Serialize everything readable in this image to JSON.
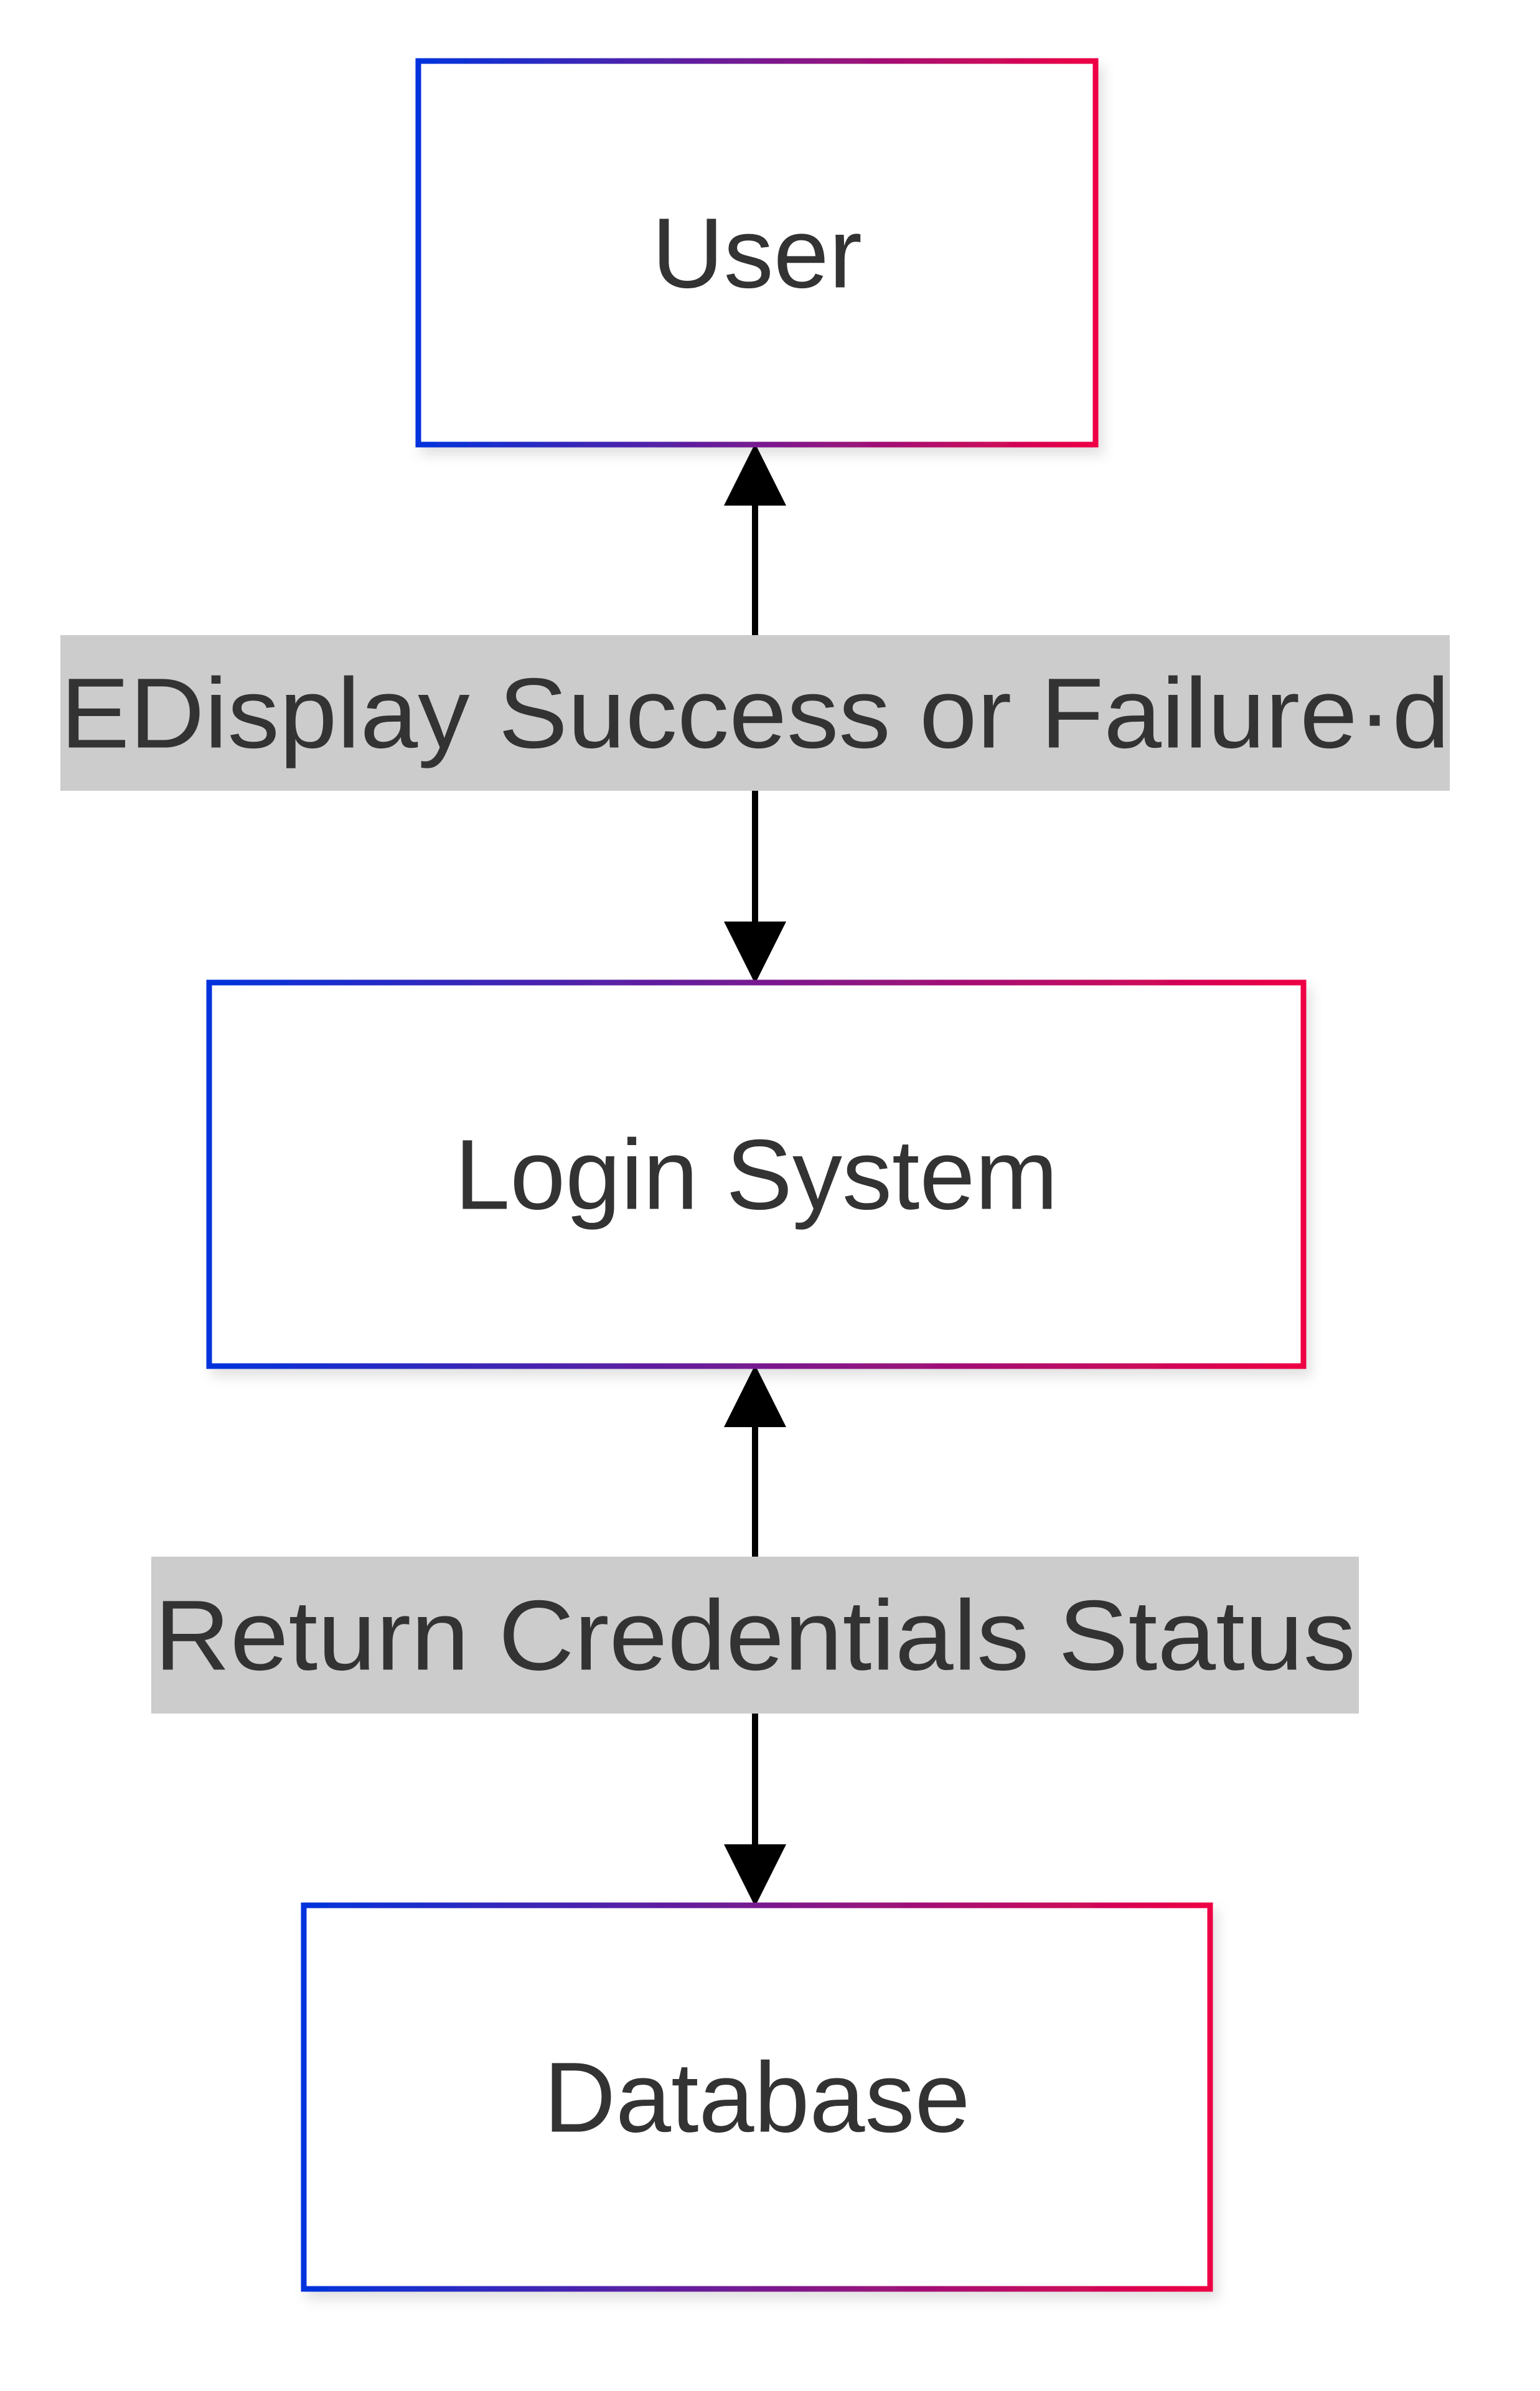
{
  "diagram": {
    "nodes": {
      "user": {
        "label": "User"
      },
      "login_system": {
        "label": "Login System"
      },
      "database": {
        "label": "Database"
      }
    },
    "edges": {
      "user_login": {
        "label": "EDisplay Success or Failure·d"
      },
      "login_database": {
        "label": "Return Credentials Status"
      }
    },
    "colors": {
      "border_gradient_start": "#0033dd",
      "border_gradient_end": "#ee0044",
      "node_fill": "#ffffff",
      "node_text": "#333333",
      "edge_stroke": "#000000",
      "edge_label_background": "#cccccc"
    }
  }
}
